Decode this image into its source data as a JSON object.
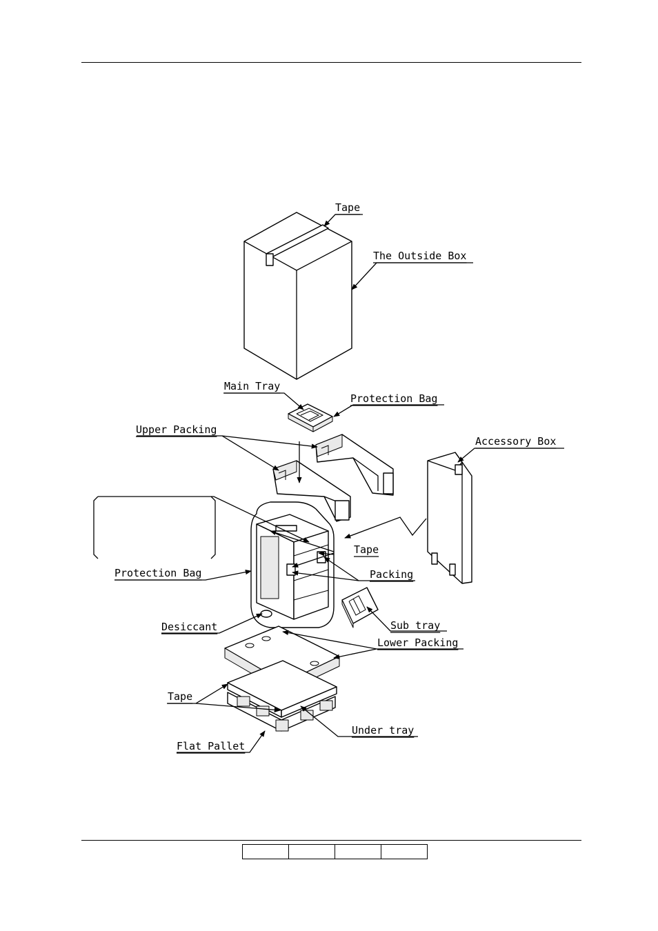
{
  "labels": {
    "tape_top": "Tape",
    "outside_box": "The Outside Box",
    "main_tray": "Main Tray",
    "protection_bag_small": "Protection Bag",
    "upper_packing": "Upper Packing",
    "accessory_box": "Accessory Box",
    "tape_middle": "Tape",
    "packing": "Packing",
    "protection_bag_main": "Protection Bag",
    "desiccant": "Desiccant",
    "sub_tray": "Sub tray",
    "lower_packing": "Lower Packing",
    "tape_bottom": "Tape",
    "under_tray": "Under tray",
    "flat_pallet": "Flat Pallet"
  },
  "footer_cells": 4
}
